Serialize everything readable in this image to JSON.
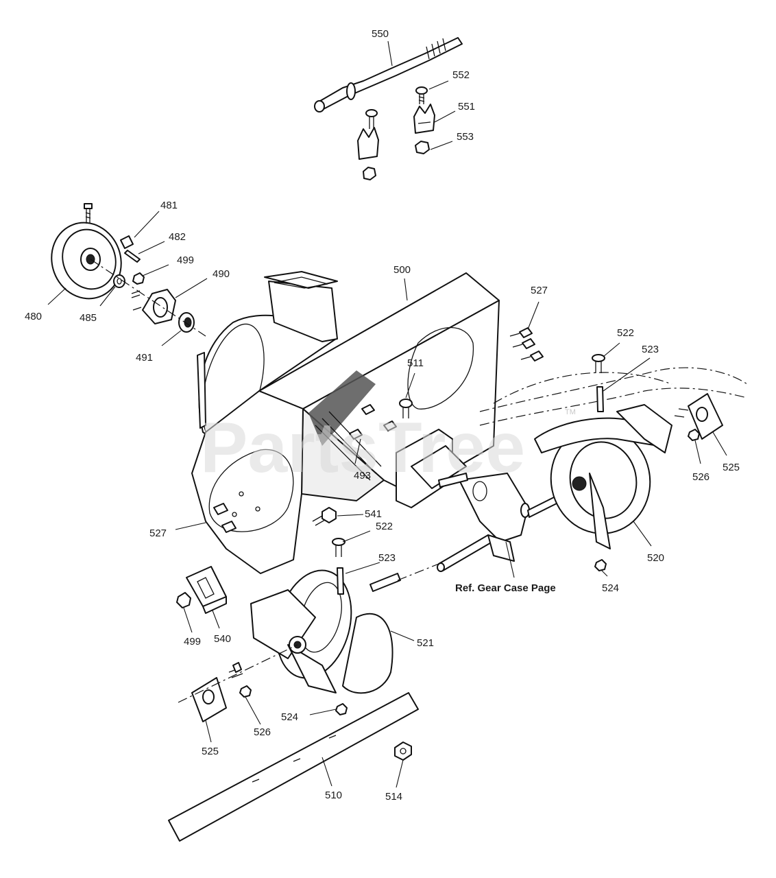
{
  "watermark": {
    "text": "PartsTree",
    "trademark": "TM"
  },
  "reference_note": "Ref. Gear Case Page",
  "callouts": [
    {
      "id": "c550",
      "text": "550"
    },
    {
      "id": "c552",
      "text": "552"
    },
    {
      "id": "c551",
      "text": "551"
    },
    {
      "id": "c553",
      "text": "553"
    },
    {
      "id": "c481",
      "text": "481"
    },
    {
      "id": "c482",
      "text": "482"
    },
    {
      "id": "c499a",
      "text": "499"
    },
    {
      "id": "c490",
      "text": "490"
    },
    {
      "id": "c480",
      "text": "480"
    },
    {
      "id": "c485",
      "text": "485"
    },
    {
      "id": "c491",
      "text": "491"
    },
    {
      "id": "c500",
      "text": "500"
    },
    {
      "id": "c527a",
      "text": "527"
    },
    {
      "id": "c511",
      "text": "511"
    },
    {
      "id": "c522a",
      "text": "522"
    },
    {
      "id": "c523a",
      "text": "523"
    },
    {
      "id": "c525a",
      "text": "525"
    },
    {
      "id": "c526a",
      "text": "526"
    },
    {
      "id": "c493",
      "text": "493"
    },
    {
      "id": "c541",
      "text": "541"
    },
    {
      "id": "c527b",
      "text": "527"
    },
    {
      "id": "c522b",
      "text": "522"
    },
    {
      "id": "c523b",
      "text": "523"
    },
    {
      "id": "c520",
      "text": "520"
    },
    {
      "id": "c524a",
      "text": "524"
    },
    {
      "id": "c499b",
      "text": "499"
    },
    {
      "id": "c540",
      "text": "540"
    },
    {
      "id": "c521",
      "text": "521"
    },
    {
      "id": "c524b",
      "text": "524"
    },
    {
      "id": "c526b",
      "text": "526"
    },
    {
      "id": "c525b",
      "text": "525"
    },
    {
      "id": "c510",
      "text": "510"
    },
    {
      "id": "c514",
      "text": "514"
    }
  ]
}
